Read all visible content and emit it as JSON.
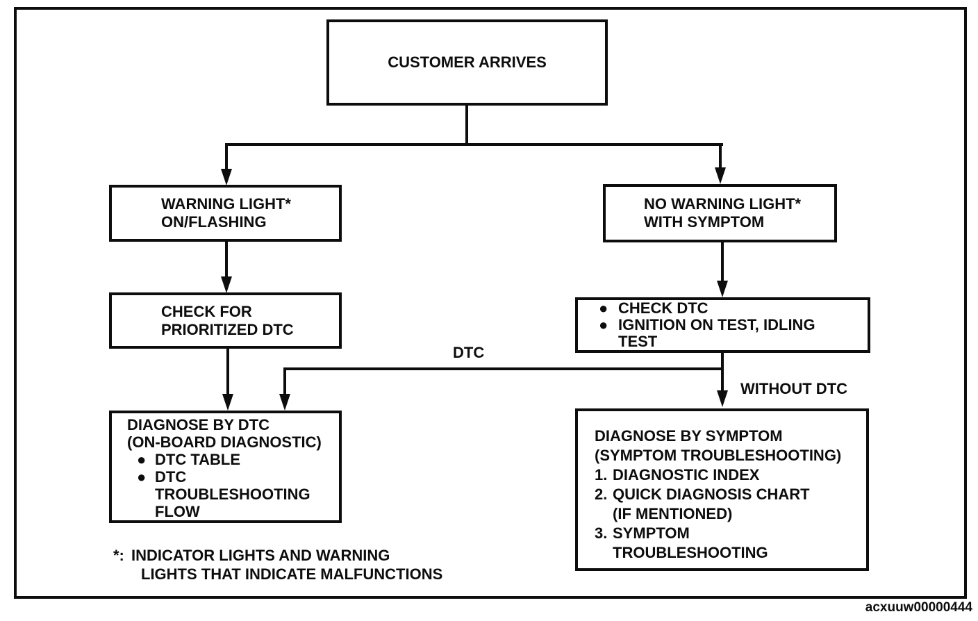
{
  "figure_code": "acxuuw00000444",
  "edge_labels": {
    "dtc": "DTC",
    "without_dtc": "WITHOUT DTC"
  },
  "nodes": {
    "customer": {
      "lines": [
        {
          "t": "CUSTOMER ARRIVES"
        }
      ]
    },
    "warning_light": {
      "lines": [
        {
          "t": "WARNING LIGHT*"
        },
        {
          "t": "ON/FLASHING"
        }
      ]
    },
    "check_prioritized_dtc": {
      "lines": [
        {
          "t": "CHECK FOR"
        },
        {
          "t": "PRIORITIZED DTC"
        }
      ]
    },
    "diagnose_by_dtc": {
      "lines": [
        {
          "t": "DIAGNOSE BY DTC"
        },
        {
          "t": "(ON-BOARD DIAGNOSTIC)"
        },
        {
          "m": "●",
          "t": "DTC TABLE"
        },
        {
          "m": "●",
          "t": "DTC"
        },
        {
          "t": "TROUBLESHOOTING"
        },
        {
          "t": "FLOW"
        }
      ]
    },
    "no_warning_light": {
      "lines": [
        {
          "t": "NO WARNING LIGHT*"
        },
        {
          "t": "WITH SYMPTOM"
        }
      ]
    },
    "check_dtc": {
      "lines": [
        {
          "m": "●",
          "t": "CHECK DTC"
        },
        {
          "m": "●",
          "t": "IGNITION ON TEST, IDLING"
        },
        {
          "t": "TEST"
        }
      ]
    },
    "diagnose_by_symptom": {
      "lines": [
        {
          "t": "DIAGNOSE BY SYMPTOM"
        },
        {
          "t": "(SYMPTOM TROUBLESHOOTING)"
        },
        {
          "m": "1.",
          "t": "DIAGNOSTIC INDEX"
        },
        {
          "m": "2.",
          "t": "QUICK DIAGNOSIS CHART"
        },
        {
          "t": "(IF MENTIONED)"
        },
        {
          "m": "3.",
          "t": "SYMPTOM"
        },
        {
          "t": "TROUBLESHOOTING"
        }
      ]
    }
  },
  "footnote": {
    "lines": [
      {
        "m": "*:",
        "t": "INDICATOR LIGHTS AND WARNING"
      },
      {
        "t": "LIGHTS THAT INDICATE MALFUNCTIONS"
      }
    ]
  }
}
